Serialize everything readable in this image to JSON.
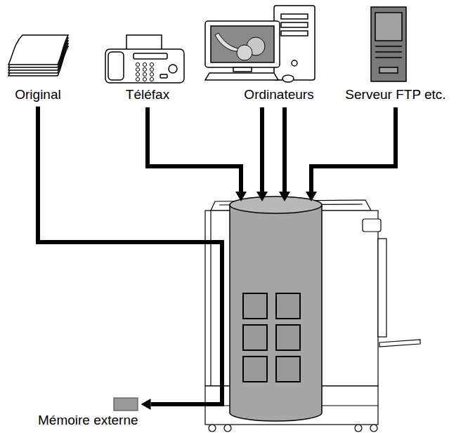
{
  "diagram": {
    "nodes": [
      {
        "text": [
          "Original"
        ]
      },
      {
        "text": [
          "Téléfax"
        ]
      },
      {
        "text": [
          "Ordinateurs"
        ]
      },
      {
        "text": [
          "Serveur FTP etc."
        ]
      },
      {
        "text": [
          "Mémoire externe"
        ]
      }
    ],
    "edges": [
      {
        "from": 0,
        "to": 4,
        "arrow": "to"
      }
    ]
  }
}
